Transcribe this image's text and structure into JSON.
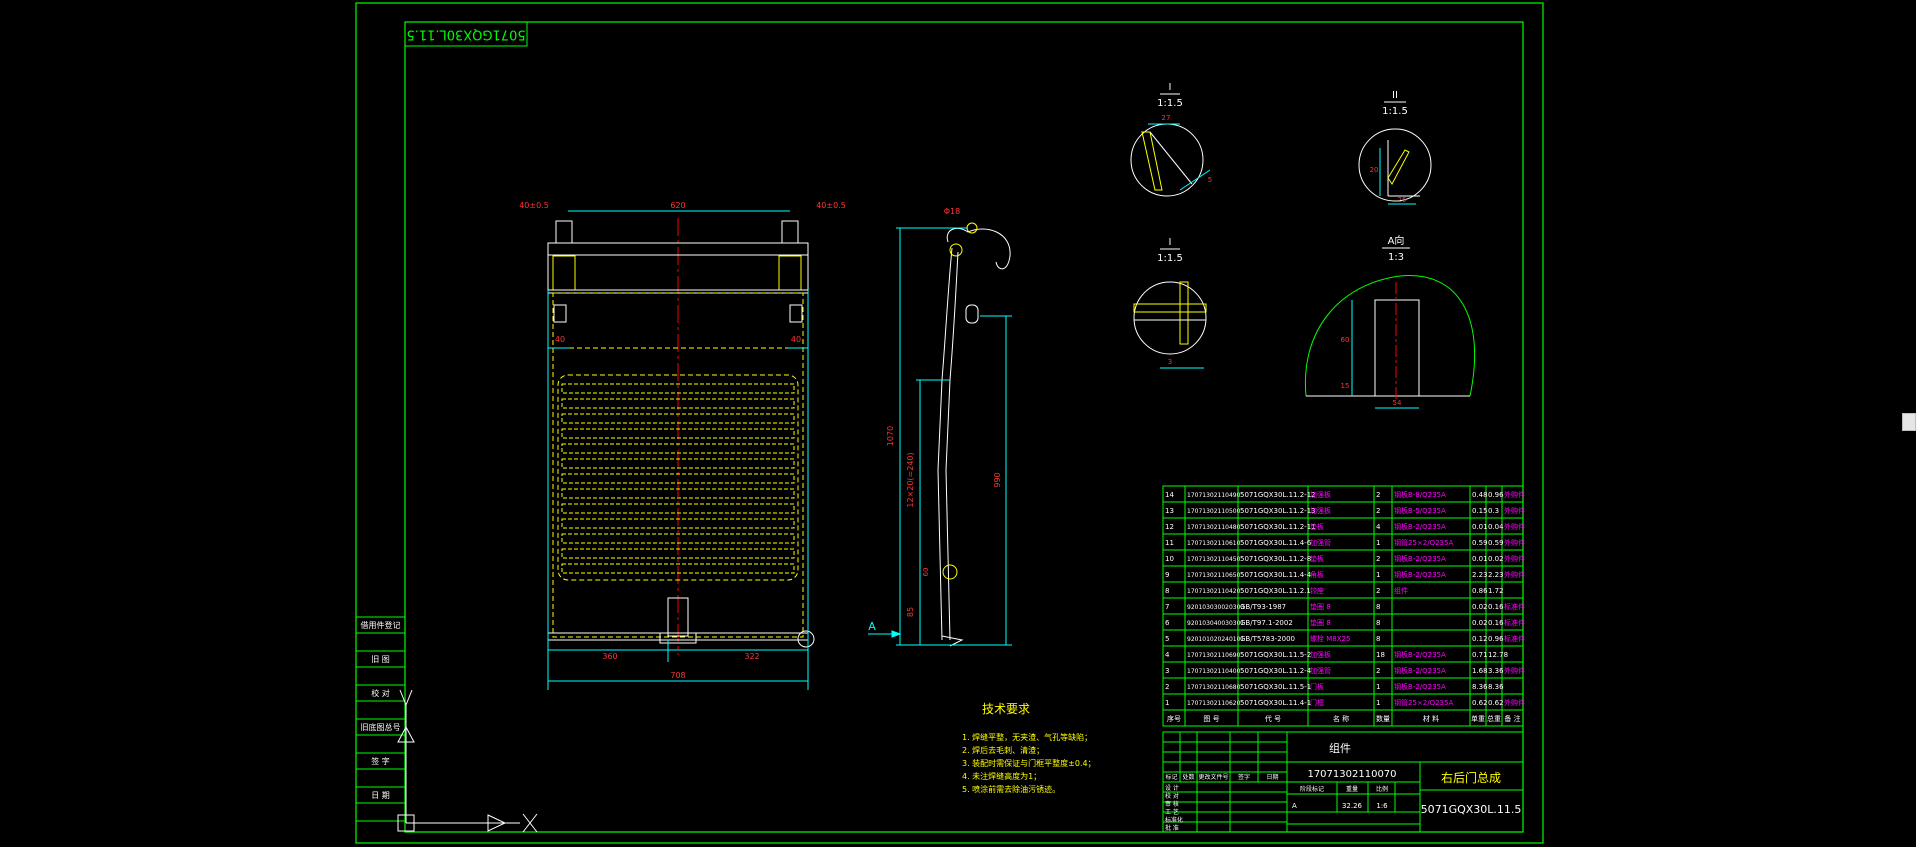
{
  "drawing_number": "5071GQX30L.11.5",
  "top_left_label": "5071GQX30L.11.5",
  "bottom_right_number": "5071GQX30L.11.5",
  "part_name": "右后门总成",
  "title_block_code": "17071302110070",
  "material": "组件",
  "weight": "32.26",
  "scale": "1:6",
  "stage": "A",
  "title_block_headers": [
    "标记",
    "处数",
    "更改文件号",
    "签字",
    "日期"
  ],
  "title_block_roles": [
    "设 计",
    "校 对",
    "审 核",
    "工 艺",
    "标准化",
    "批 准"
  ],
  "title_block_col_heads": [
    "阶段标记",
    "重量",
    "比例"
  ],
  "left_strip_labels": [
    "借用件登记",
    "旧 图",
    "校 对",
    "旧底图总号",
    "签 字",
    "日 期"
  ],
  "technical_requirements": {
    "title": "技术要求",
    "items": [
      "1. 焊缝平整，无夹渣、气孔等缺陷；",
      "2. 焊后去毛刺、清渣；",
      "3. 装配时需保证与门框平整度±0.4；",
      "4. 未注焊缝高度为1；",
      "5. 喷涂前需去除油污锈迹。"
    ]
  },
  "bom_headers": [
    "序号",
    "图 号",
    "代 号",
    "名 称",
    "数量",
    "材 料",
    "单重",
    "总重",
    "备 注"
  ],
  "bom_rows": [
    [
      "14",
      "17071302110490",
      "5071GQX30L.11.2-12",
      "加强板",
      "2",
      "钢板B-8/Q235A",
      "0.48",
      "0.96",
      "外购件"
    ],
    [
      "13",
      "17071302110500",
      "5071GQX30L.11.2-13",
      "加强板",
      "2",
      "钢板B-5/Q235A",
      "0.15",
      "0.3",
      "外购件"
    ],
    [
      "12",
      "17071302110480",
      "5071GQX30L.11.2-11",
      "垫板",
      "4",
      "钢板B-2/Q235A",
      "0.01",
      "0.04",
      "外购件"
    ],
    [
      "11",
      "17071302110610",
      "5071GQX30L.11.4-6",
      "加强管",
      "1",
      "钢管25×2/Q235A",
      "0.59",
      "0.59",
      "外购件"
    ],
    [
      "10",
      "17071302110450",
      "5071GQX30L.11.2-8",
      "垫板",
      "2",
      "钢板B-2/Q235A",
      "0.01",
      "0.02",
      "外购件"
    ],
    [
      "9",
      "17071302110650",
      "5071GQX30L.11.4-4",
      "角板",
      "1",
      "钢板B-2/Q235A",
      "2.23",
      "2.23",
      "外购件"
    ],
    [
      "8",
      "17071302110420",
      "5071GQX30L.11.2.1",
      "铰座",
      "2",
      "组件",
      "0.86",
      "1.72",
      ""
    ],
    [
      "7",
      "920103030020303",
      "GB/T93-1987",
      "垫圈 8",
      "8",
      "",
      "0.02",
      "0.16",
      "标准件"
    ],
    [
      "6",
      "920103040030301",
      "GB/T97.1-2002",
      "垫圈 8",
      "8",
      "",
      "0.02",
      "0.16",
      "标准件"
    ],
    [
      "5",
      "920101020240101",
      "GB/T5783-2000",
      "螺栓 M8X25",
      "8",
      "",
      "0.12",
      "0.96",
      "标准件"
    ],
    [
      "4",
      "17071302110690",
      "5071GQX30L.11.5-2",
      "加强板",
      "18",
      "钢板B-2/Q235A",
      "0.71",
      "12.78",
      ""
    ],
    [
      "3",
      "17071302110400",
      "5071GQX30L.11.2-4",
      "加强管",
      "2",
      "钢板B-2/Q235A",
      "1.68",
      "3.36",
      "外购件"
    ],
    [
      "2",
      "17071302110680",
      "5071GQX30L.11.5-1",
      "门板",
      "1",
      "钢板B-2/Q235A",
      "8.36",
      "8.36",
      ""
    ],
    [
      "1",
      "17071302110620",
      "5071GQX30L.11.4-1",
      "门框",
      "1",
      "钢管25×2/Q235A",
      "0.62",
      "0.62",
      "外购件"
    ]
  ],
  "front_view_dims": {
    "top_left": "40±0.5",
    "top_width": "620",
    "top_right": "40±0.5",
    "side_left": "40",
    "side_right": "40",
    "bottom_left": "360",
    "bottom_right": "322",
    "overall_width": "708"
  },
  "side_view_dims": {
    "pipe_dia": "Φ18",
    "overall_height": "1070",
    "pitch": "12×20(=240)",
    "h_right": "990",
    "h_small": "60",
    "h_bottom": "85",
    "view_arrow": "A"
  },
  "detail_views": [
    {
      "name": "I",
      "scale": "1:1.5",
      "dims": [
        "27",
        "5"
      ]
    },
    {
      "name": "II",
      "scale": "1:1.5",
      "dims": [
        "20",
        "25"
      ]
    },
    {
      "name": "I",
      "scale": "1:1.5",
      "dims": [
        "3"
      ]
    },
    {
      "name": "A向",
      "scale": "1:3",
      "dims": [
        "60",
        "15",
        "54"
      ]
    }
  ],
  "colors": {
    "background": "#000000",
    "frame_green": "#00ff00",
    "geometry_white": "#ffffff",
    "geometry_yellow": "#ffff00",
    "centerline_red": "#ff0000",
    "dimension_cyan": "#00ffff",
    "bom_magenta": "#ff00ff"
  }
}
